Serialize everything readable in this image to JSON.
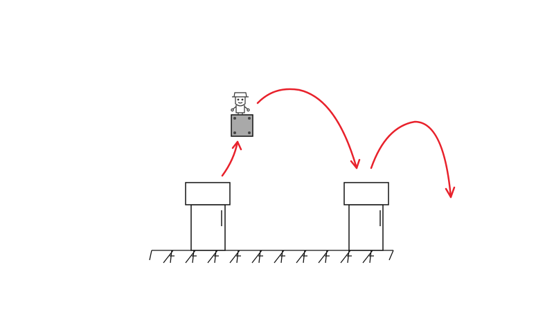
{
  "scene": {
    "background_color": "#ffffff",
    "line_color": "#111111",
    "arrow_color": "#e8212b",
    "block_fill": "#a9a9a9",
    "character": "stick-figure-with-hat",
    "pipe_count": 2,
    "jump_arrow_count": 3
  }
}
